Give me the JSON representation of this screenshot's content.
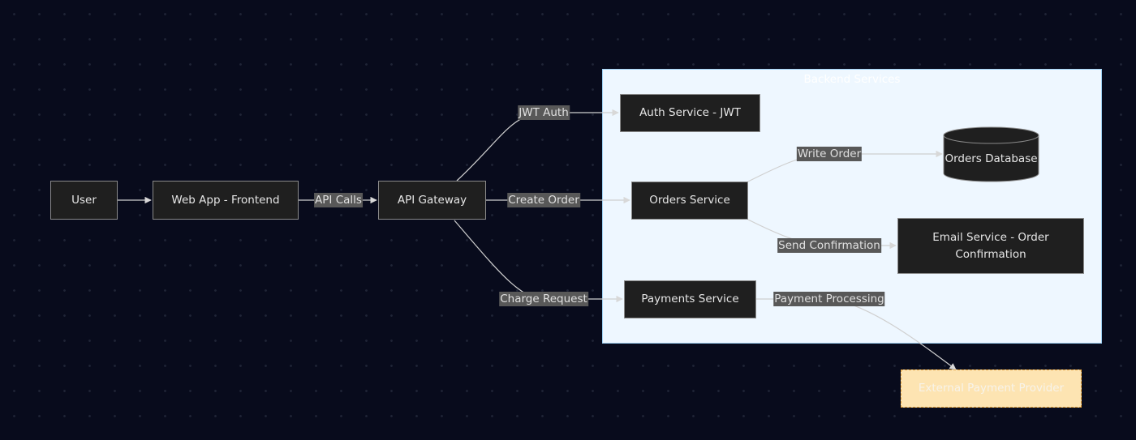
{
  "cluster": {
    "title": "Backend Services"
  },
  "nodes": {
    "user": "User",
    "webapp": "Web App - Frontend",
    "gateway": "API Gateway",
    "auth": "Auth Service - JWT",
    "orders": "Orders Service",
    "ordersdb": "Orders Database",
    "email": "Email Service - Order Confirmation",
    "payments": "Payments Service",
    "external": "External Payment Provider"
  },
  "edges": {
    "api_calls": "API Calls",
    "jwt_auth": "JWT Auth",
    "create_order": "Create Order",
    "charge_request": "Charge Request",
    "write_order": "Write Order",
    "send_confirmation": "Send Confirmation",
    "payment_processing": "Payment Processing"
  },
  "colors": {
    "background": "#080b1c",
    "node_fill": "#1f1f1f",
    "node_border": "#8a8a8a",
    "edge": "#cfcfcf",
    "cluster_fill": "#eef7ff",
    "cluster_border": "#9fd0f2",
    "external_fill": "#fde4b2",
    "external_border": "#e6a33a"
  }
}
